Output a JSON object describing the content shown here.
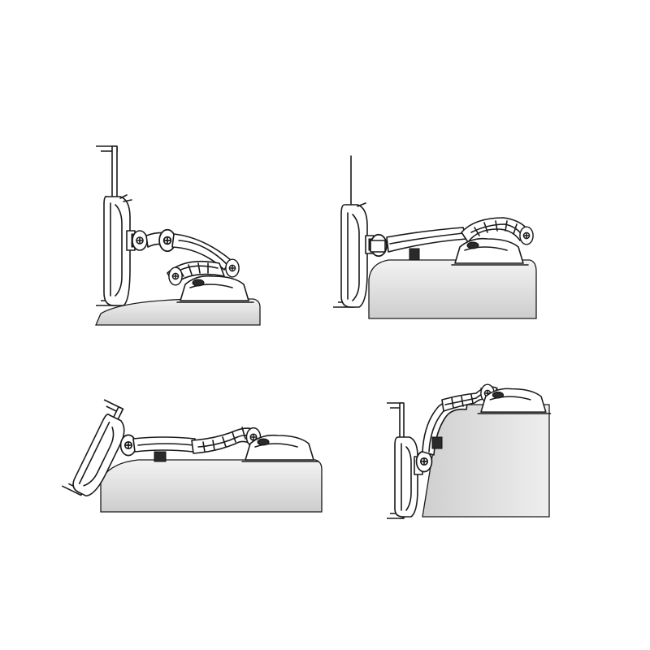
{
  "figure": {
    "panels": [
      {
        "id": "tablet-mount-low-arm"
      },
      {
        "id": "tablet-mount-extended-arm"
      },
      {
        "id": "tablet-mount-tilted"
      },
      {
        "id": "tablet-mount-inverted-side"
      }
    ],
    "colors": {
      "surface_light": "#f2f2f2",
      "surface_dark": "#cfcfcf",
      "line": "#1a1a1a",
      "background": "#ffffff"
    }
  }
}
